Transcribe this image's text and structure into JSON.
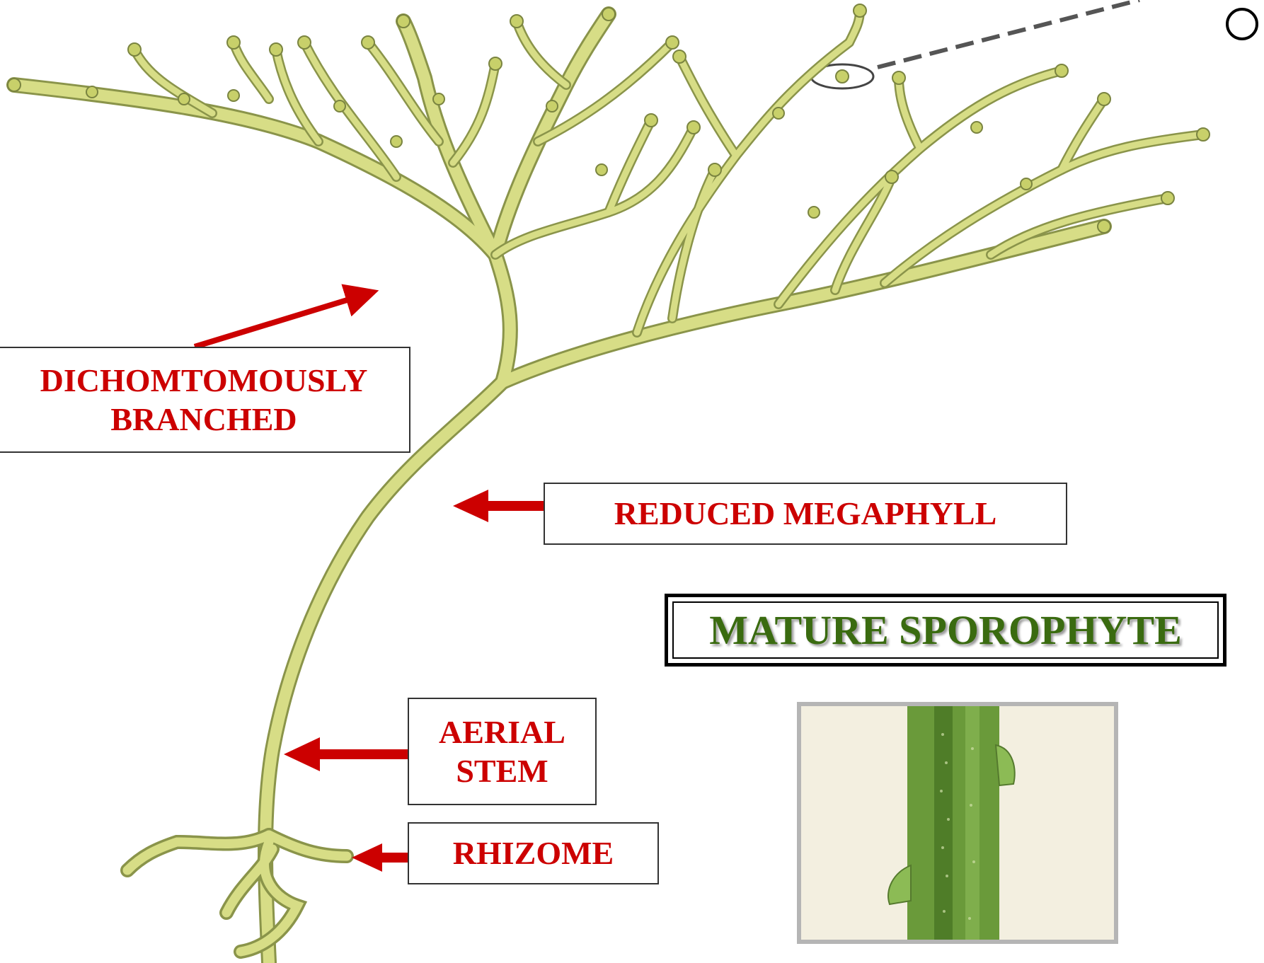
{
  "title": "MATURE SPOROPHYTE",
  "labels": {
    "dichotomous": [
      "DICHOMTOMOUSLY",
      "BRANCHED"
    ],
    "megaphyll": "REDUCED MEGAPHYLL",
    "aerial_stem": [
      "AERIAL",
      "STEM"
    ],
    "rhizome": "RHIZOME"
  },
  "colors": {
    "label_text": "#cc0000",
    "arrow": "#cc0000",
    "title_text": "#3a6b10",
    "plant_fill": "#d7dd86",
    "plant_stroke": "#8a944a",
    "photo_stem": "#6a9a3a"
  },
  "icons": {
    "corner": "circle-outline-icon"
  }
}
